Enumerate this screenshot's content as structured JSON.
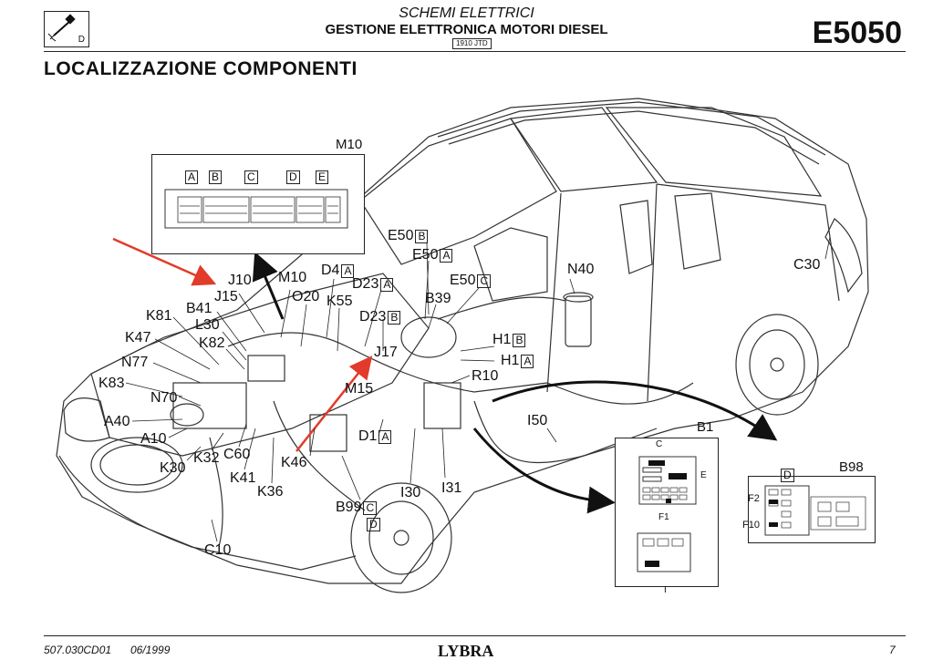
{
  "header": {
    "series": "SCHEMI ELETTRICI",
    "subtitle": "GESTIONE ELETTRONICA MOTORI DIESEL",
    "engine": "1910 JTD",
    "code": "E5050",
    "icon_letter": "D",
    "section_title": "LOCALIZZAZIONE COMPONENTI"
  },
  "detail_m10": {
    "title": "M10",
    "pins": [
      "A",
      "B",
      "C",
      "D",
      "E"
    ]
  },
  "detail_b1": {
    "title": "B1",
    "labels": [
      "C",
      "E",
      "F1",
      "I"
    ]
  },
  "detail_b98": {
    "title": "B98",
    "tag": "D",
    "labels": [
      "F2",
      "F10"
    ]
  },
  "components": [
    {
      "id": "J10",
      "text": "J10"
    },
    {
      "id": "J15",
      "text": "J15"
    },
    {
      "id": "M10",
      "text": "M10"
    },
    {
      "id": "O20",
      "text": "O20"
    },
    {
      "id": "D4",
      "text": "D4",
      "box": "A"
    },
    {
      "id": "K55",
      "text": "K55"
    },
    {
      "id": "D23A",
      "text": "D23",
      "box": "A"
    },
    {
      "id": "D23B",
      "text": "D23",
      "box": "B"
    },
    {
      "id": "E50B",
      "text": "E50",
      "box": "B"
    },
    {
      "id": "E50A",
      "text": "E50",
      "box": "A"
    },
    {
      "id": "E50C",
      "text": "E50",
      "box": "C"
    },
    {
      "id": "B39",
      "text": "B39"
    },
    {
      "id": "N40",
      "text": "N40"
    },
    {
      "id": "C30",
      "text": "C30"
    },
    {
      "id": "B41",
      "text": "B41"
    },
    {
      "id": "K81",
      "text": "K81"
    },
    {
      "id": "L30",
      "text": "L30"
    },
    {
      "id": "K47",
      "text": "K47"
    },
    {
      "id": "K82",
      "text": "K82"
    },
    {
      "id": "N77",
      "text": "N77"
    },
    {
      "id": "K83",
      "text": "K83"
    },
    {
      "id": "N70",
      "text": "N70"
    },
    {
      "id": "A40",
      "text": "A40"
    },
    {
      "id": "A10",
      "text": "A10"
    },
    {
      "id": "K30",
      "text": "K30"
    },
    {
      "id": "K32",
      "text": "K32"
    },
    {
      "id": "C60",
      "text": "C60"
    },
    {
      "id": "K41",
      "text": "K41"
    },
    {
      "id": "K36",
      "text": "K36"
    },
    {
      "id": "K46",
      "text": "K46"
    },
    {
      "id": "J17",
      "text": "J17"
    },
    {
      "id": "M15",
      "text": "M15"
    },
    {
      "id": "H1B",
      "text": "H1",
      "box": "B"
    },
    {
      "id": "H1A",
      "text": "H1",
      "box": "A"
    },
    {
      "id": "R10",
      "text": "R10"
    },
    {
      "id": "I50",
      "text": "I50"
    },
    {
      "id": "D1",
      "text": "D1",
      "box": "A"
    },
    {
      "id": "I30",
      "text": "I30"
    },
    {
      "id": "I31",
      "text": "I31"
    },
    {
      "id": "B99",
      "text": "B99",
      "box": "C",
      "box2": "D"
    },
    {
      "id": "C10",
      "text": "C10"
    }
  ],
  "footer": {
    "doc_code": "507.030CD01",
    "date": "06/1999",
    "model": "LYBRA",
    "page": "7"
  }
}
